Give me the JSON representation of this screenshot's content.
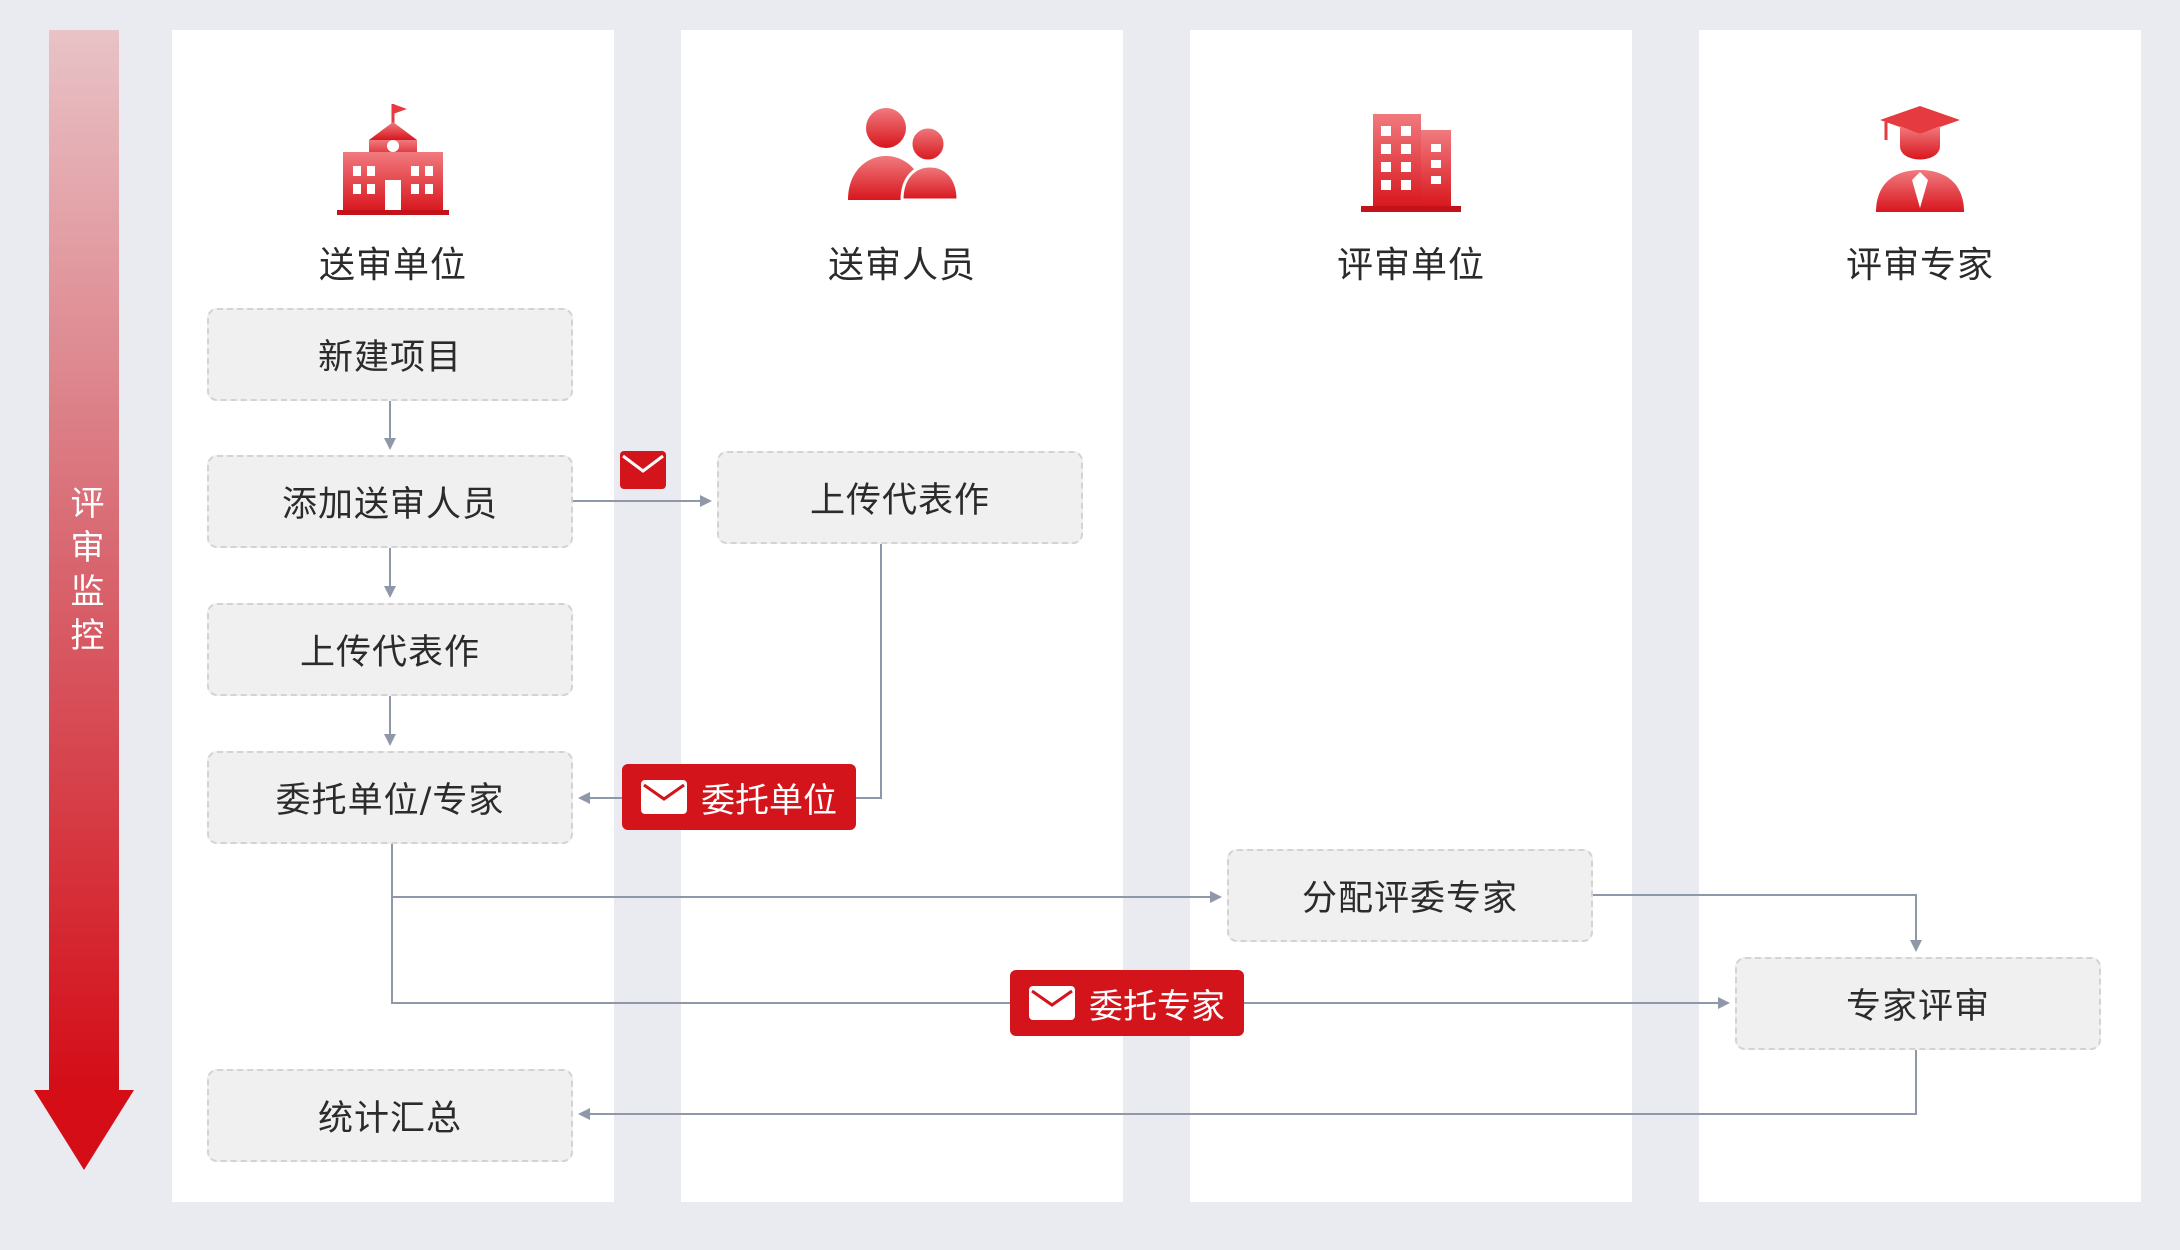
{
  "monitor": {
    "label": "评审监控"
  },
  "lanes": [
    {
      "title": "送审单位",
      "icon": "school-building-icon"
    },
    {
      "title": "送审人员",
      "icon": "people-icon"
    },
    {
      "title": "评审单位",
      "icon": "office-building-icon"
    },
    {
      "title": "评审专家",
      "icon": "graduate-expert-icon"
    }
  ],
  "steps": {
    "new_project": "新建项目",
    "add_staff": "添加送审人员",
    "upload_left": "上传代表作",
    "delegate": "委托单位/专家",
    "summary": "统计汇总",
    "upload_staff": "上传代表作",
    "assign_experts": "分配评委专家",
    "expert_review": "专家评审"
  },
  "tags": {
    "delegate_unit": "委托单位",
    "delegate_expert": "委托专家"
  },
  "colors": {
    "accent_red": "#d3141b",
    "icon_red": "#e53a3f",
    "connector": "#8f98a8",
    "background": "#e9ebf0"
  }
}
